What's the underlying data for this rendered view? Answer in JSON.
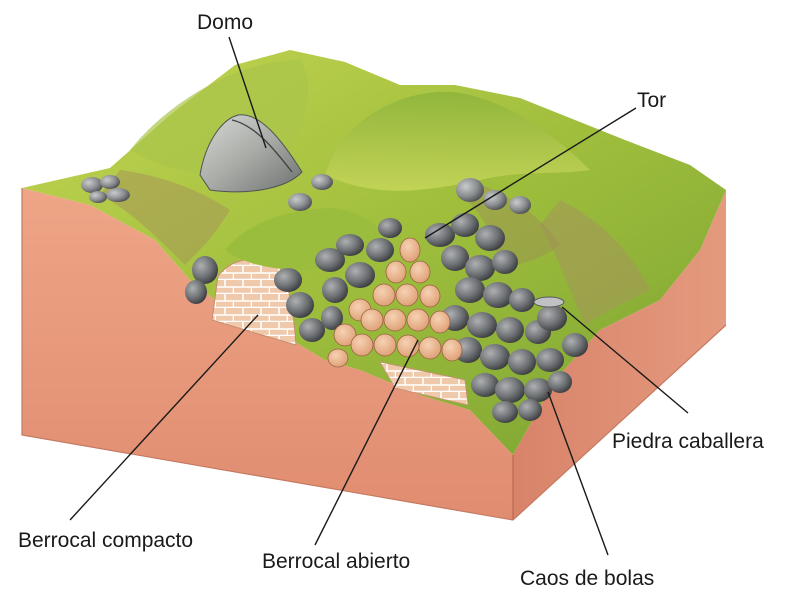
{
  "labels": {
    "domo": "Domo",
    "tor": "Tor",
    "piedra_caballera": "Piedra caballera",
    "berrocal_compacto": "Berrocal compacto",
    "berrocal_abierto": "Berrocal abierto",
    "caos_de_bolas": "Caos de bolas"
  },
  "colors": {
    "soil_front": "#e6967a",
    "soil_side": "#d97f66",
    "grass_light": "#b7cf4a",
    "grass_dark": "#6f9b2e",
    "rock_grey": "#8f9294",
    "rock_dark": "#4a4c4e",
    "granite_pink": "#e9b48f",
    "leader_line": "#1a1a1a"
  }
}
